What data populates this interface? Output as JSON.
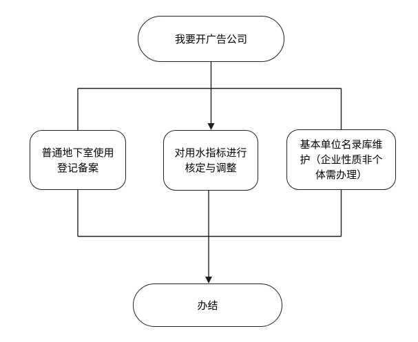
{
  "diagram": {
    "title": "flowchart",
    "background_color": "#ffffff",
    "line_color": "#1f1f1f",
    "text_color": "#000000",
    "nodes": [
      {
        "id": "start",
        "type": "terminator",
        "label": "我要开广告公司",
        "lines": [
          "我要开广告公司"
        ]
      },
      {
        "id": "left",
        "type": "process",
        "label": "普通地下室使用登记备案",
        "lines": [
          "普通地下室使用",
          "登记备案"
        ]
      },
      {
        "id": "middle",
        "type": "process",
        "label": "对用水指标进行核定与调整",
        "lines": [
          "对用水指标进行",
          "核定与调整"
        ]
      },
      {
        "id": "right",
        "type": "process",
        "label": "基本单位名录库维护（企业性质非个体需办理）",
        "lines": [
          "基本单位名录库维",
          "护（企业性质非个",
          "体需办理）"
        ]
      },
      {
        "id": "end",
        "type": "terminator",
        "label": "办结",
        "lines": [
          "办结"
        ]
      }
    ],
    "edges": [
      {
        "from": "start",
        "to": "left",
        "arrow": false
      },
      {
        "from": "start",
        "to": "middle",
        "arrow": true
      },
      {
        "from": "start",
        "to": "right",
        "arrow": false
      },
      {
        "from": "left",
        "to": "end",
        "arrow": false
      },
      {
        "from": "middle",
        "to": "end",
        "arrow": true
      },
      {
        "from": "right",
        "to": "end",
        "arrow": false
      }
    ]
  }
}
